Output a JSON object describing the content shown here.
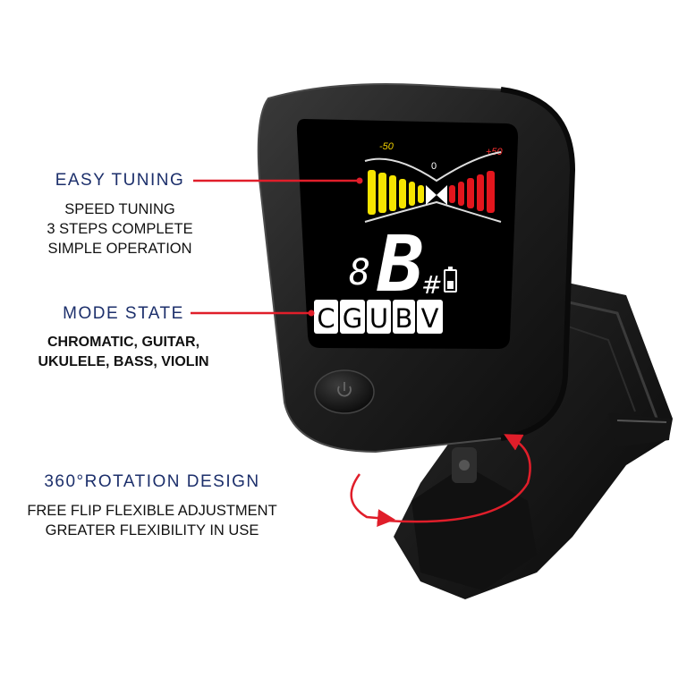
{
  "features": [
    {
      "title": "EASY TUNING",
      "lines": [
        "SPEED TUNING",
        "3 STEPS COMPLETE",
        "SIMPLE OPERATION"
      ]
    },
    {
      "title": "MODE STATE",
      "lines": [
        "CHROMATIC, GUITAR,",
        "UKULELE, BASS, VIOLIN"
      ]
    },
    {
      "title": "360°ROTATION DESIGN",
      "lines": [
        "FREE FLIP FLEXIBLE ADJUSTMENT",
        "GREATER FLEXIBILITY IN USE"
      ]
    }
  ],
  "display": {
    "scale_min": "-50",
    "scale_zero": "0",
    "scale_max": "+50",
    "octave_digit": "8",
    "note": "B",
    "sharp": "#",
    "modes": [
      "C",
      "G",
      "U",
      "B",
      "V"
    ]
  },
  "colors": {
    "heading": "#1c2f6b",
    "pointer_line": "#e01e2a",
    "meter_yellow": "#f5e400",
    "meter_red": "#e3161d",
    "label_yellow": "#f0d000",
    "label_red": "#ff3030"
  },
  "icons": [
    "battery-icon",
    "power-icon",
    "rotation-arrow-icon"
  ]
}
